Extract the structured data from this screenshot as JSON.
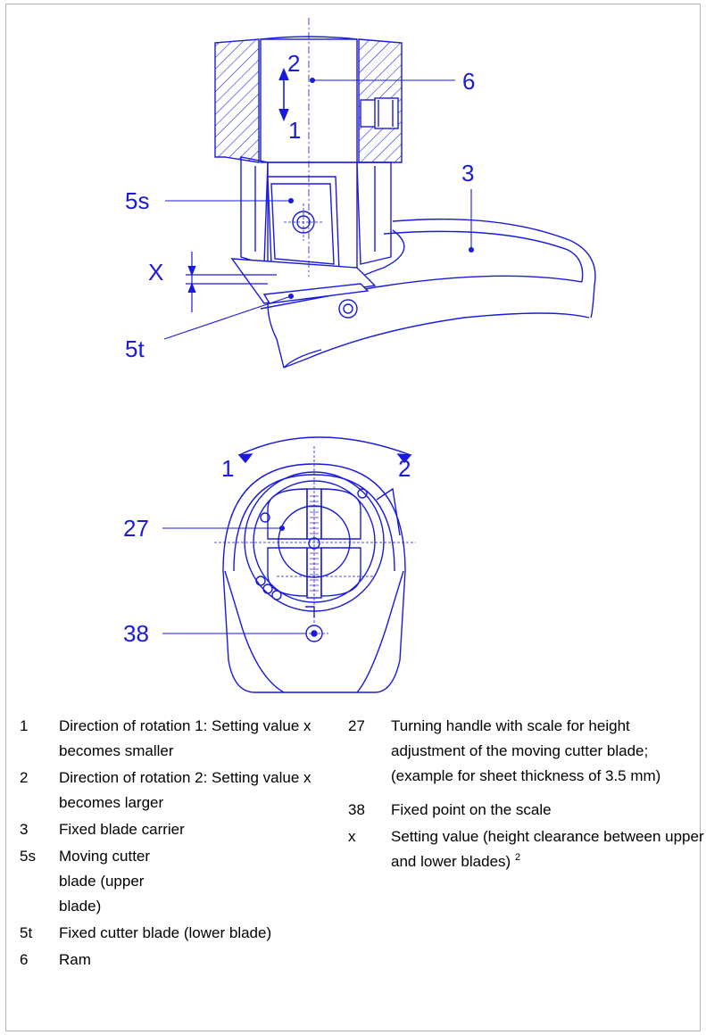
{
  "diagram": {
    "top_labels": {
      "arrow_2": "2",
      "arrow_1": "1",
      "ram": "6",
      "blade_carrier": "3",
      "upper_blade": "5s",
      "clearance": "X",
      "lower_blade": "5t"
    },
    "bottom_labels": {
      "rot_1": "1",
      "rot_2": "2",
      "handle": "27",
      "fixed_point": "38"
    },
    "colors": {
      "lines": "#1a1adc",
      "hatch": "#1a1adc"
    }
  },
  "legend": {
    "left": [
      {
        "code": "1",
        "text": "Direction of rotation 1: Setting value x becomes smaller"
      },
      {
        "code": "2",
        "text": "Direction of rotation 2: Setting value x becomes larger"
      },
      {
        "code": "3",
        "text": "Fixed blade carrier"
      },
      {
        "code": "5s",
        "text": "Moving cutter blade (upper blade)"
      },
      {
        "code": "5t",
        "text": "Fixed cutter blade (lower blade)"
      },
      {
        "code": "6",
        "text": "Ram"
      }
    ],
    "right": [
      {
        "code": "27",
        "text": "Turning handle with scale for height adjustment of the moving cutter blade; (example for sheet thickness of 3.5 mm)"
      },
      {
        "code": "38",
        "text": "Fixed point on the scale"
      },
      {
        "code": "x",
        "text": "Setting value (height clearance between upper and lower blades)",
        "footnote": "2"
      }
    ]
  }
}
